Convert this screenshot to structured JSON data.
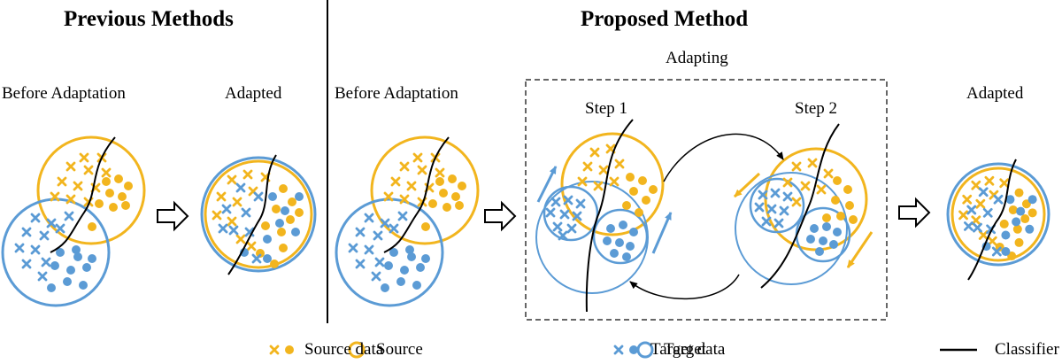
{
  "headings": {
    "previous": "Previous Methods",
    "proposed": "Proposed Method"
  },
  "labels": {
    "before_adaptation": "Before Adaptation",
    "adapted": "Adapted",
    "adapting": "Adapting",
    "step1": "Step 1",
    "step2": "Step 2"
  },
  "legend": {
    "source": "Source",
    "source_data": "Source data",
    "target": "Target",
    "target_data": "Target data",
    "classifier": "Classifier"
  },
  "colors": {
    "source": "#F2B51E",
    "target": "#5B9BD5",
    "classifier": "#000000",
    "frame": "#333333"
  },
  "icons": [
    "hollow-arrow-icon",
    "curved-arrow-icon"
  ]
}
